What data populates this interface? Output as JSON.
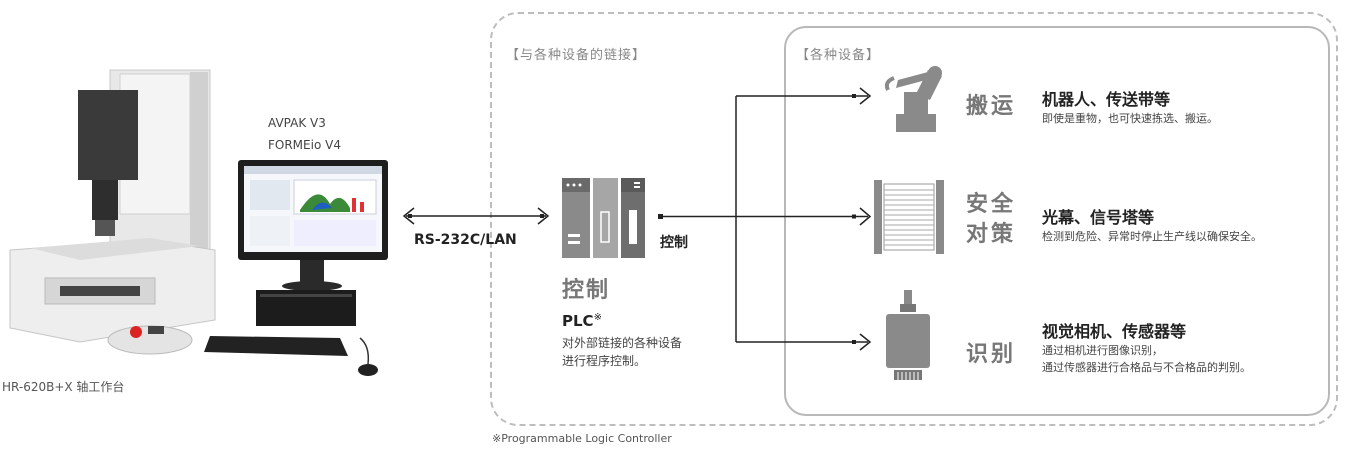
{
  "left": {
    "software_lines": [
      "AVPAK V3",
      "FORMEio V4"
    ],
    "machine_caption": "HR-620B+X 轴工作台",
    "link_label": "RS-232C/LAN"
  },
  "link_group": {
    "label": "【与各种设备的链接】",
    "control_big": "控制",
    "control_small": "控制",
    "plc_title": "PLC",
    "plc_mark": "※",
    "plc_desc": [
      "对外部链接的各种设备",
      "进行程序控制。"
    ]
  },
  "devices_group": {
    "label": "【各种设备】",
    "items": [
      {
        "category": [
          "搬运"
        ],
        "title": "机器人、传送带等",
        "desc": [
          "即使是重物，也可快速拣选、搬运。"
        ],
        "icon": "robot-arm-icon"
      },
      {
        "category": [
          "安全",
          "对策"
        ],
        "title": "光幕、信号塔等",
        "desc": [
          "检测到危险、异常时停止生产线以确保安全。"
        ],
        "icon": "light-curtain-icon"
      },
      {
        "category": [
          "识别"
        ],
        "title": "视觉相机、传感器等",
        "desc": [
          "通过相机进行图像识别，",
          "通过传感器进行合格品与不合格品的判别。"
        ],
        "icon": "camera-icon"
      }
    ]
  },
  "footnote": "※Programmable Logic Controller",
  "colors": {
    "dashed_border": "#bdbdbd",
    "panel_border": "#b8b8b8",
    "category_gray": "#777777",
    "line": "#222222"
  }
}
